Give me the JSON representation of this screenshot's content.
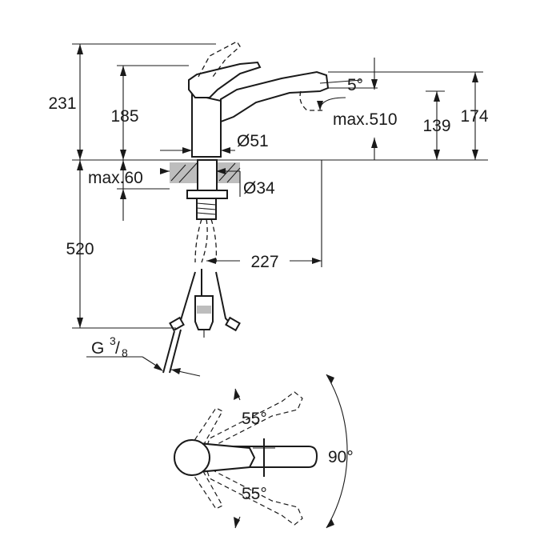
{
  "side_view": {
    "height_total": "231",
    "height_lever": "185",
    "body_diameter": "Ø51",
    "deck_max": "max.60",
    "hole_diameter": "Ø34",
    "hose_length": "520",
    "reach": "227",
    "spout_tilt": "5°",
    "pullout_max": "max.510",
    "spout_height": "139",
    "spout_top": "174",
    "thread_prefix": "G",
    "thread_num": "3",
    "thread_den": "8"
  },
  "top_view": {
    "lever_up_angle": "55°",
    "lever_down_angle": "55°",
    "spout_swivel": "90°"
  }
}
